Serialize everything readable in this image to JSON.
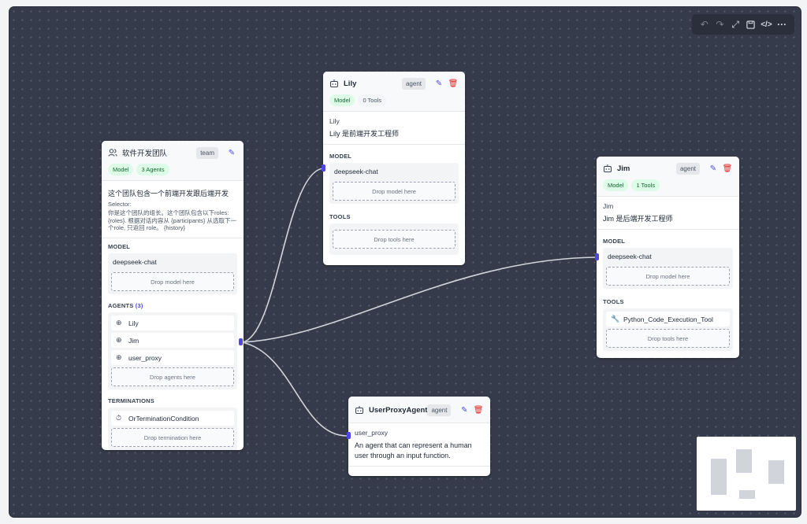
{
  "toolbar": {
    "undo_icon": "undo-icon",
    "redo_icon": "redo-icon",
    "fullscreen_icon": "expand-icon",
    "save_icon": "save-icon",
    "code_icon": "code-icon",
    "more_icon": "more-icon"
  },
  "team_node": {
    "title": "软件开发团队",
    "type_badge": "team",
    "pill_model": "Model",
    "pill_agents": "3 Agents",
    "description": "这个团队包含一个前端开发跟后端开发",
    "selector_label": "Selector:",
    "selector_text": "你是这个团队的组长。这个团队包含以下roles: {roles}. 根据对话内容从 {participants} 从选取下一个role, 只返回 role。 {history}",
    "model_label": "MODEL",
    "model_value": "deepseek-chat",
    "drop_model": "Drop model here",
    "agents_label": "AGENTS",
    "agents_count": "(3)",
    "agents": [
      "Lily",
      "Jim",
      "user_proxy"
    ],
    "drop_agents": "Drop agents here",
    "terminations_label": "TERMINATIONS",
    "termination": "OrTerminationCondition",
    "drop_termination": "Drop termination here"
  },
  "lily_node": {
    "title": "Lily",
    "type_badge": "agent",
    "pill_model": "Model",
    "pill_tools": "0 Tools",
    "name": "Lily",
    "description": "Lily 是前端开发工程师",
    "model_label": "MODEL",
    "model_value": "deepseek-chat",
    "drop_model": "Drop model here",
    "tools_label": "TOOLS",
    "drop_tools": "Drop tools here"
  },
  "jim_node": {
    "title": "Jim",
    "type_badge": "agent",
    "pill_model": "Model",
    "pill_tools": "1 Tools",
    "name": "Jim",
    "description": "Jim 是后端开发工程师",
    "model_label": "MODEL",
    "model_value": "deepseek-chat",
    "drop_model": "Drop model here",
    "tools_label": "TOOLS",
    "tool": "Python_Code_Execution_Tool",
    "drop_tools": "Drop tools here"
  },
  "proxy_node": {
    "title": "UserProxyAgent",
    "type_badge": "agent",
    "name": "user_proxy",
    "description": "An agent that can represent a human user through an input function."
  },
  "colors": {
    "canvas": "#363b4b",
    "accent": "#4f46e5",
    "delete": "#dc2626",
    "pill_green": "#dcfce7"
  }
}
